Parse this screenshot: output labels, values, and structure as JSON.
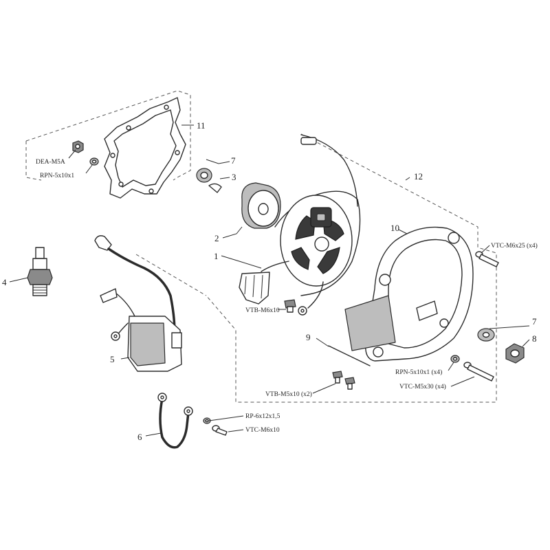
{
  "callouts": {
    "c1": "1",
    "c2": "2",
    "c3": "3",
    "c4": "4",
    "c5": "5",
    "c6": "6",
    "c7a": "7",
    "c7b": "7",
    "c8": "8",
    "c9": "9",
    "c10": "10",
    "c11": "11",
    "c12": "12"
  },
  "hardware": {
    "dea_m5a": "DEA-M5A",
    "rpn_5x10x1": "RPN-5x10x1",
    "vtc_m6x25": "VTC-M6x25 (x4)",
    "vtb_m6x10": "VTB-M6x10",
    "rpn_5x10x1_x4": "RPN-5x10x1 (x4)",
    "vtc_m5x30": "VTC-M5x30 (x4)",
    "vtb_m5x10": "VTB-M5x10 (x2)",
    "rp_6x12x1_5": "RP-6x12x1,5",
    "vtc_m6x10": "VTC-M6x10"
  },
  "colors": {
    "line": "#2b2b2b",
    "shade": "#bdbdbd",
    "dark": "#3a3a3a"
  }
}
